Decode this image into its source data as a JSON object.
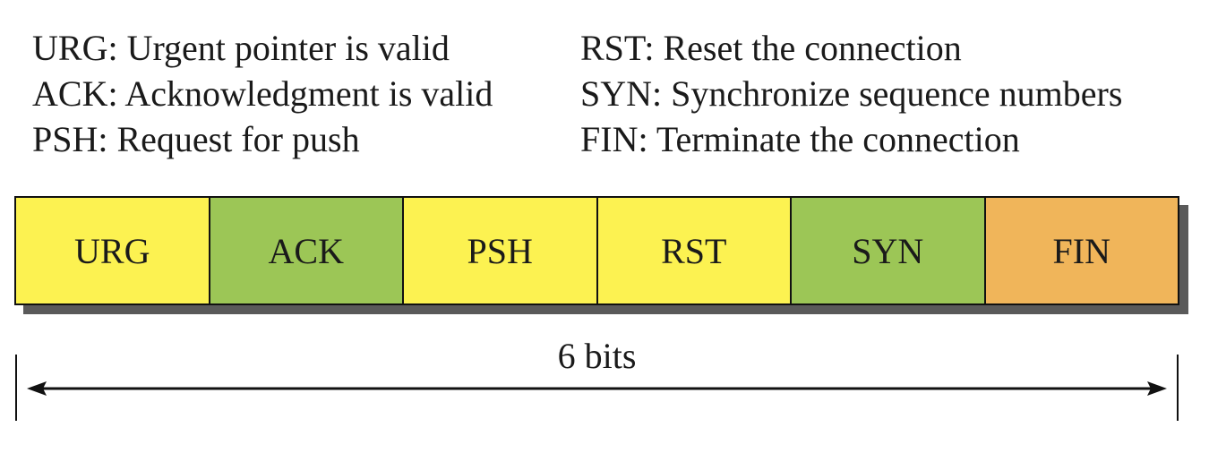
{
  "legend": {
    "left": [
      "URG: Urgent pointer is valid",
      "ACK: Acknowledgment is valid",
      "PSH: Request for push"
    ],
    "right": [
      "RST: Reset the connection",
      "SYN: Synchronize sequence numbers",
      "FIN: Terminate the connection"
    ]
  },
  "register": {
    "bits": [
      {
        "label": "URG",
        "color": "#FCF251"
      },
      {
        "label": "ACK",
        "color": "#9CC656"
      },
      {
        "label": "PSH",
        "color": "#FCF251"
      },
      {
        "label": "RST",
        "color": "#FCF251"
      },
      {
        "label": "SYN",
        "color": "#9CC656"
      },
      {
        "label": "FIN",
        "color": "#F0B55A"
      }
    ],
    "width_label": "6 bits"
  },
  "colors": {
    "outline": "#111111",
    "shadow": "#5a5a5a"
  }
}
